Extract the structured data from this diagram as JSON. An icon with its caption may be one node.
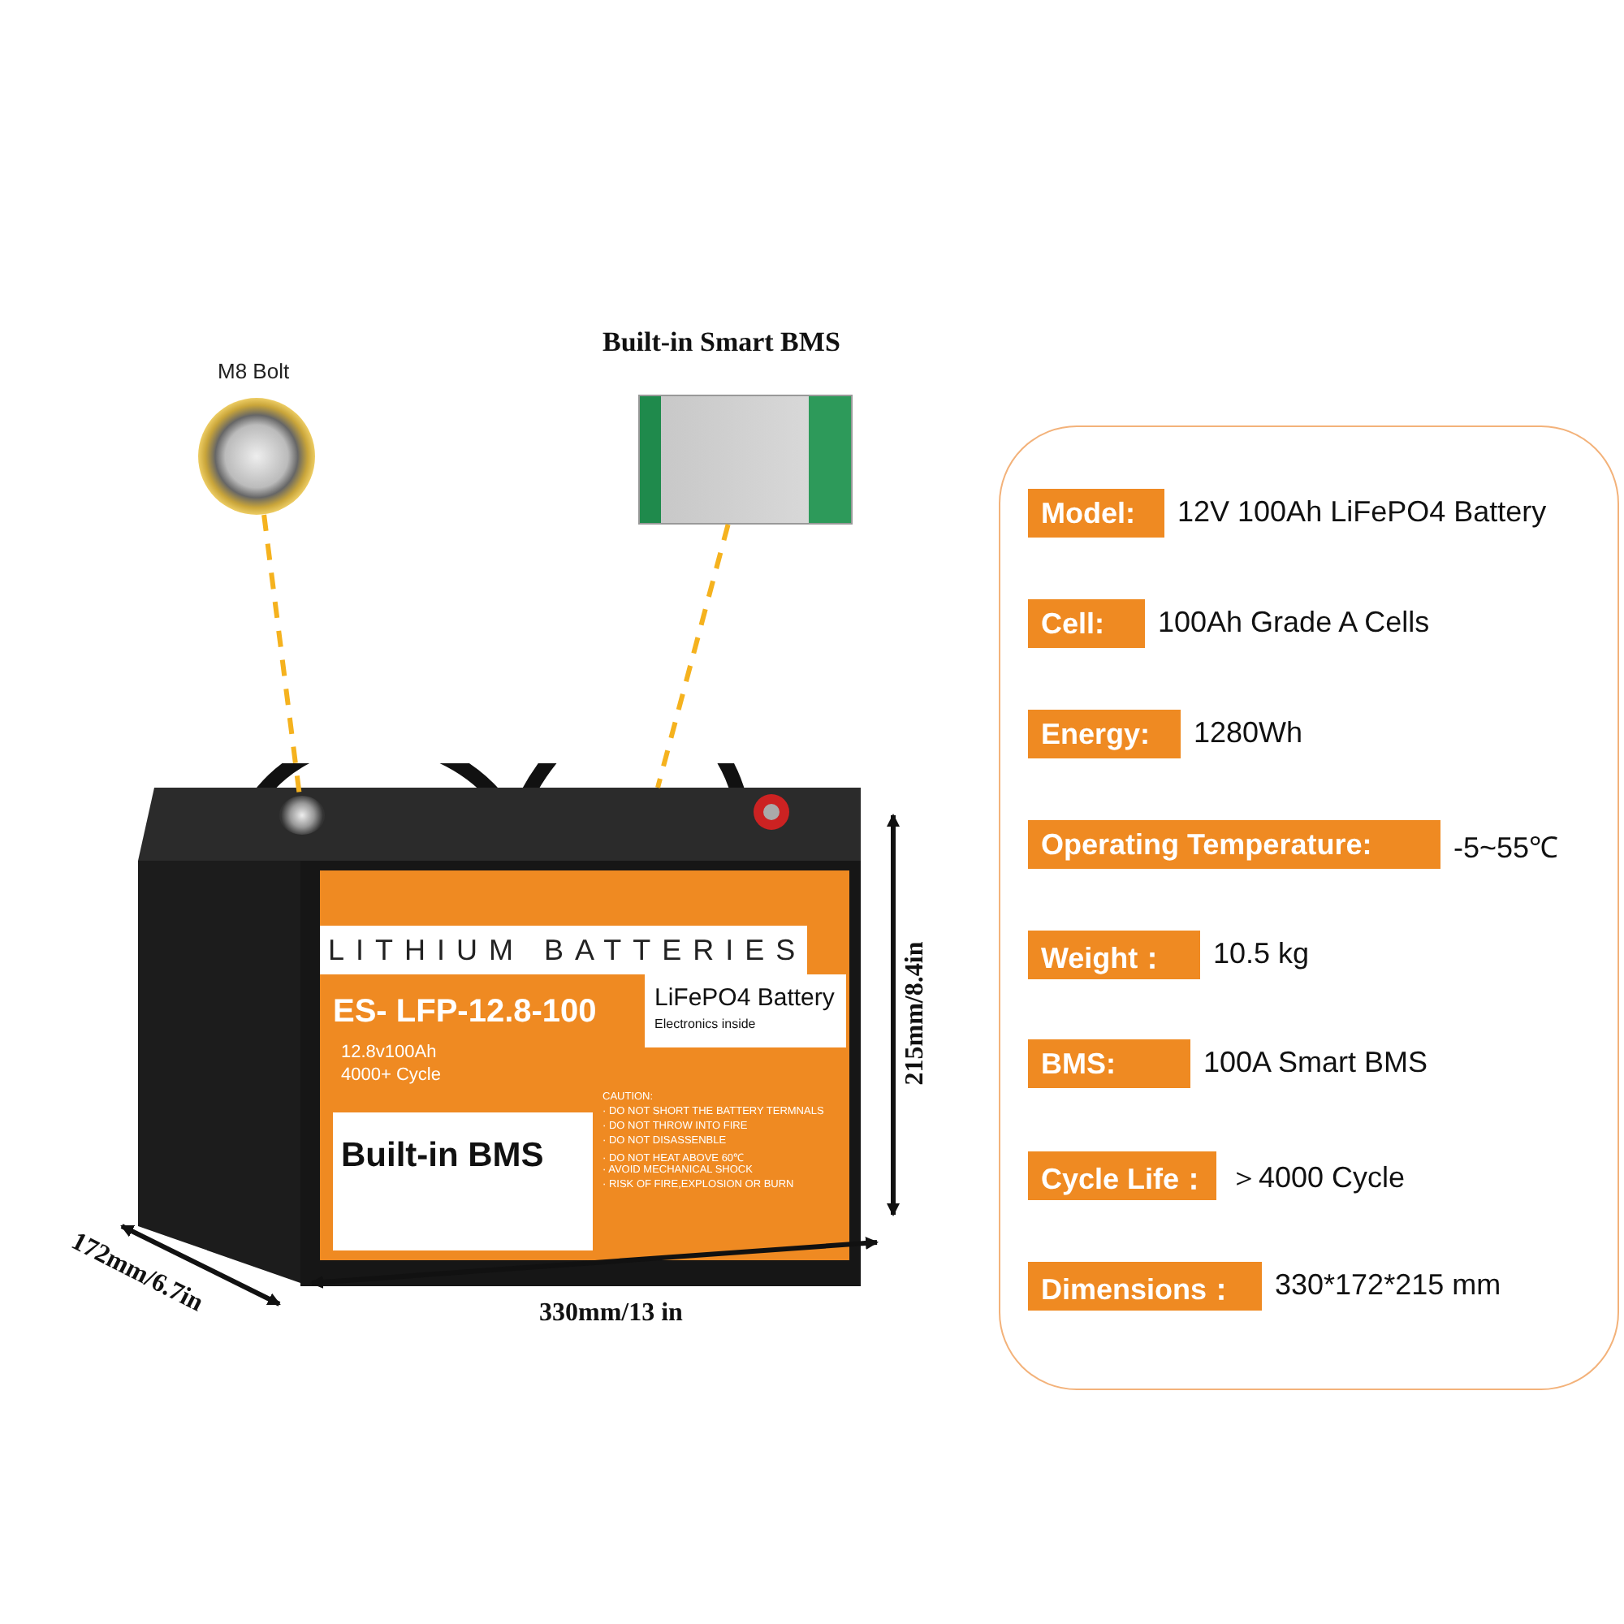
{
  "diagram": {
    "nodes": [
      {
        "text": [],
        "shape": "picture",
        "beside": [
          "M8 Bolt"
        ]
      },
      {
        "text": [],
        "shape": "picture",
        "beside": [
          "Built-in Smart BMS"
        ]
      },
      {
        "text": [
          "LITHIUM BATTERIES",
          "ES- LFP-12.8-100",
          "12.8v100Ah",
          "4000+ Cycle",
          "Built-in BMS",
          "LiFePO4 Battery",
          "Electronics inside",
          "CAUTION:",
          "· DO NOT SHORT THE BATTERY TERMNALS",
          "· DO NOT THROW INTO FIRE",
          "· DO NOT DISASSENBLE",
          "· DO NOT HEAT ABOVE 60℃",
          "· AVOID MECHANICAL SHOCK",
          "· RISK OF FIRE,EXPLOSION OR BURN"
        ]
      },
      {
        "text": [],
        "shape": "picture"
      },
      {
        "text": [],
        "shape": "box"
      },
      {
        "text": [
          "Model:"
        ],
        "in": 4,
        "beside": [
          "12V 100Ah LiFePO4 Battery"
        ]
      },
      {
        "text": [
          "Cell:"
        ],
        "in": 4,
        "beside": [
          "100Ah Grade A Cells"
        ]
      },
      {
        "text": [
          "Energy:"
        ],
        "in": 4,
        "beside": [
          "1280Wh"
        ]
      },
      {
        "text": [
          "Operating Temperature:"
        ],
        "in": 4,
        "beside": [
          "-5~55℃"
        ]
      },
      {
        "text": [
          "Weight："
        ],
        "in": 4,
        "beside": [
          "10.5 kg"
        ]
      },
      {
        "text": [
          "BMS:"
        ],
        "in": 4,
        "beside": [
          "100A Smart BMS"
        ]
      },
      {
        "text": [
          "Cycle Life："
        ],
        "in": 4,
        "beside": [
          "＞4000 Cycle"
        ]
      },
      {
        "text": [
          "Dimensions："
        ],
        "in": 4,
        "beside": [
          "330*172*215 mm"
        ]
      }
    ],
    "edges": [
      {
        "from": 0,
        "to": 3,
        "arrow": "none",
        "style": "dashed",
        "color": "#f5b21e"
      },
      {
        "from": 1,
        "to": 2,
        "arrow": "none",
        "style": "dashed",
        "color": "#f5b21e"
      }
    ],
    "labels": [
      "215mm/8.4in",
      "330mm/13 in",
      "172mm/6.7in"
    ]
  }
}
